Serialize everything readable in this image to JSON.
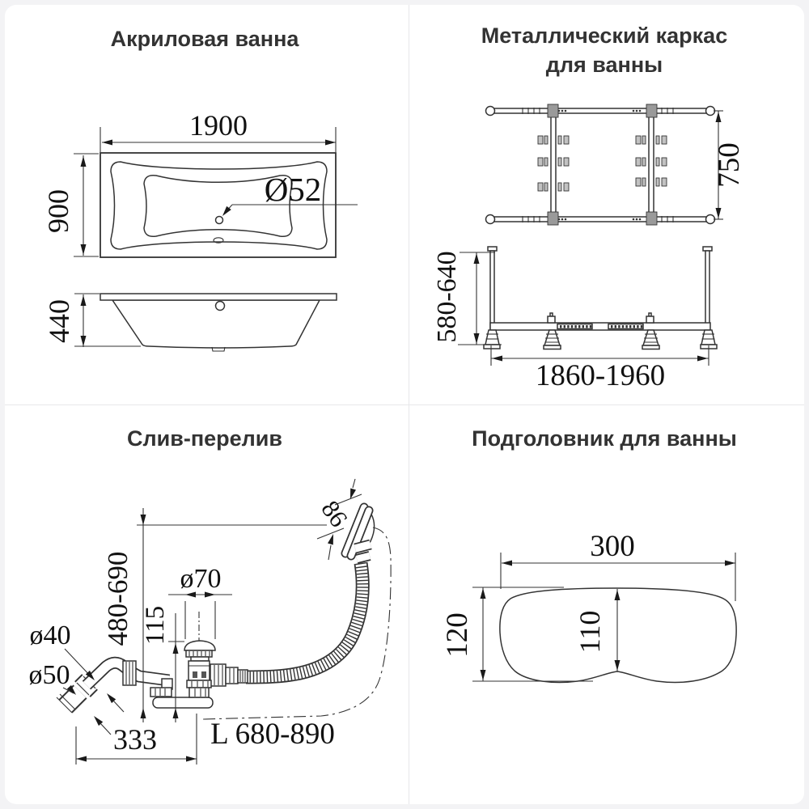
{
  "page": {
    "background": "#f3f3f5",
    "card_background": "#ffffff",
    "line_color": "#333333",
    "divider_color": "#e7e7ea",
    "title_color": "#333333"
  },
  "quadrants": {
    "tub": {
      "title": "Акриловая ванна",
      "dims": {
        "length": "1900",
        "width": "900",
        "drain_diameter": "Ø52",
        "height": "440"
      }
    },
    "frame": {
      "title_line1": "Металлический каркас",
      "title_line2": "для ванны",
      "dims": {
        "depth": "750",
        "height": "580-640",
        "length": "1860-1960"
      }
    },
    "drain": {
      "title": "Слив-перелив",
      "dims": {
        "overflow_head": "86",
        "height_range": "480-690",
        "cap_diameter": "ø70",
        "valve_height": "115",
        "pipe_diameter_small": "ø40",
        "pipe_diameter_large": "ø50",
        "base_length": "333",
        "hose_length": "L 680-890"
      }
    },
    "headrest": {
      "title": "Подголовник для ванны",
      "dims": {
        "width": "300",
        "height": "120",
        "inner_height": "110"
      }
    }
  }
}
